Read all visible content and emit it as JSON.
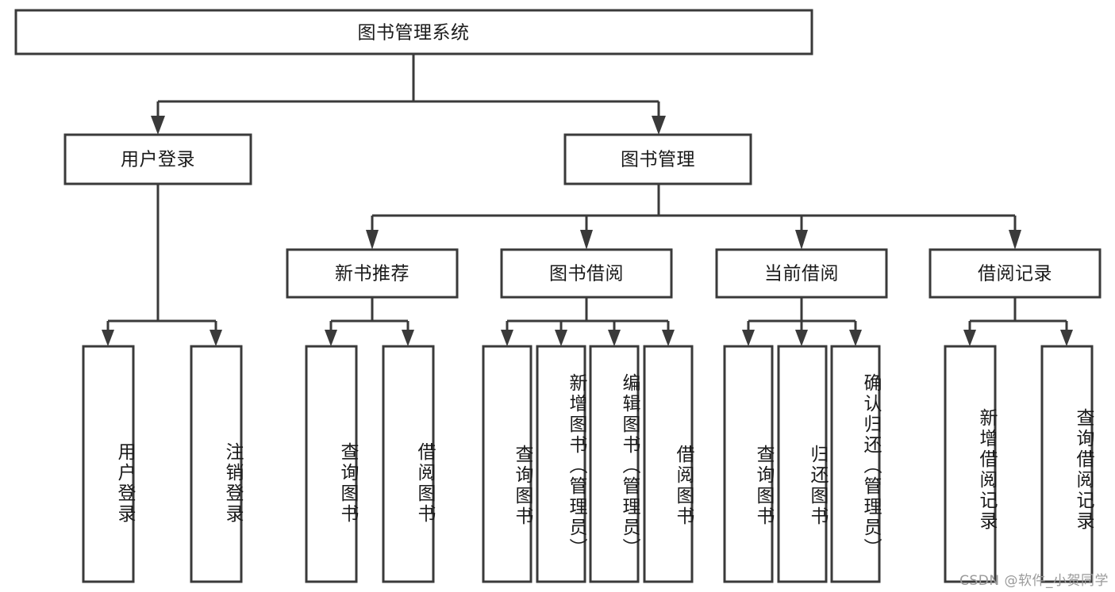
{
  "diagram": {
    "type": "tree-hierarchy",
    "title": "图书管理系统",
    "root": {
      "id": "root",
      "label": "图书管理系统",
      "orientation": "horizontal"
    },
    "level2": [
      {
        "id": "user-login",
        "label": "用户登录",
        "orientation": "horizontal"
      },
      {
        "id": "book-manage",
        "label": "图书管理",
        "orientation": "horizontal"
      }
    ],
    "level3": [
      {
        "id": "new-book-recommend",
        "label": "新书推荐",
        "orientation": "horizontal",
        "parent": "book-manage"
      },
      {
        "id": "book-borrow",
        "label": "图书借阅",
        "orientation": "horizontal",
        "parent": "book-manage"
      },
      {
        "id": "current-borrow",
        "label": "当前借阅",
        "orientation": "horizontal",
        "parent": "book-manage"
      },
      {
        "id": "borrow-record",
        "label": "借阅记录",
        "orientation": "horizontal",
        "parent": "book-manage"
      }
    ],
    "leaves": [
      {
        "id": "leaf-user-login",
        "label": "用户登录",
        "parent": "user-login",
        "orientation": "vertical"
      },
      {
        "id": "leaf-user-logout",
        "label": "注销登录",
        "parent": "user-login",
        "orientation": "vertical"
      },
      {
        "id": "leaf-query-book-1",
        "label": "查询图书",
        "parent": "new-book-recommend",
        "orientation": "vertical"
      },
      {
        "id": "leaf-borrow-book-1",
        "label": "借阅图书",
        "parent": "new-book-recommend",
        "orientation": "vertical"
      },
      {
        "id": "leaf-query-book-2",
        "label": "查询图书",
        "parent": "book-borrow",
        "orientation": "vertical"
      },
      {
        "id": "leaf-add-book",
        "label": "新增图书（管理员）",
        "parent": "book-borrow",
        "orientation": "vertical"
      },
      {
        "id": "leaf-edit-book",
        "label": "编辑图书（管理员）",
        "parent": "book-borrow",
        "orientation": "vertical"
      },
      {
        "id": "leaf-borrow-book-2",
        "label": "借阅图书",
        "parent": "book-borrow",
        "orientation": "vertical"
      },
      {
        "id": "leaf-query-book-3",
        "label": "查询图书",
        "parent": "current-borrow",
        "orientation": "vertical"
      },
      {
        "id": "leaf-return-book",
        "label": "归还图书",
        "parent": "current-borrow",
        "orientation": "vertical"
      },
      {
        "id": "leaf-confirm-return",
        "label": "确认归还（管理员）",
        "parent": "current-borrow",
        "orientation": "vertical"
      },
      {
        "id": "leaf-add-record",
        "label": "新增借阅记录",
        "parent": "borrow-record",
        "orientation": "vertical"
      },
      {
        "id": "leaf-query-record",
        "label": "查询借阅记录",
        "parent": "borrow-record",
        "orientation": "vertical"
      }
    ]
  },
  "watermark": {
    "text": "CSDN @软件_小贺同学"
  },
  "colors": {
    "box_stroke": "#3a3a3a",
    "box_fill": "#ffffff",
    "text": "#1a1a1a",
    "canvas": "#ffffff",
    "watermark": "#9a9a9a"
  }
}
